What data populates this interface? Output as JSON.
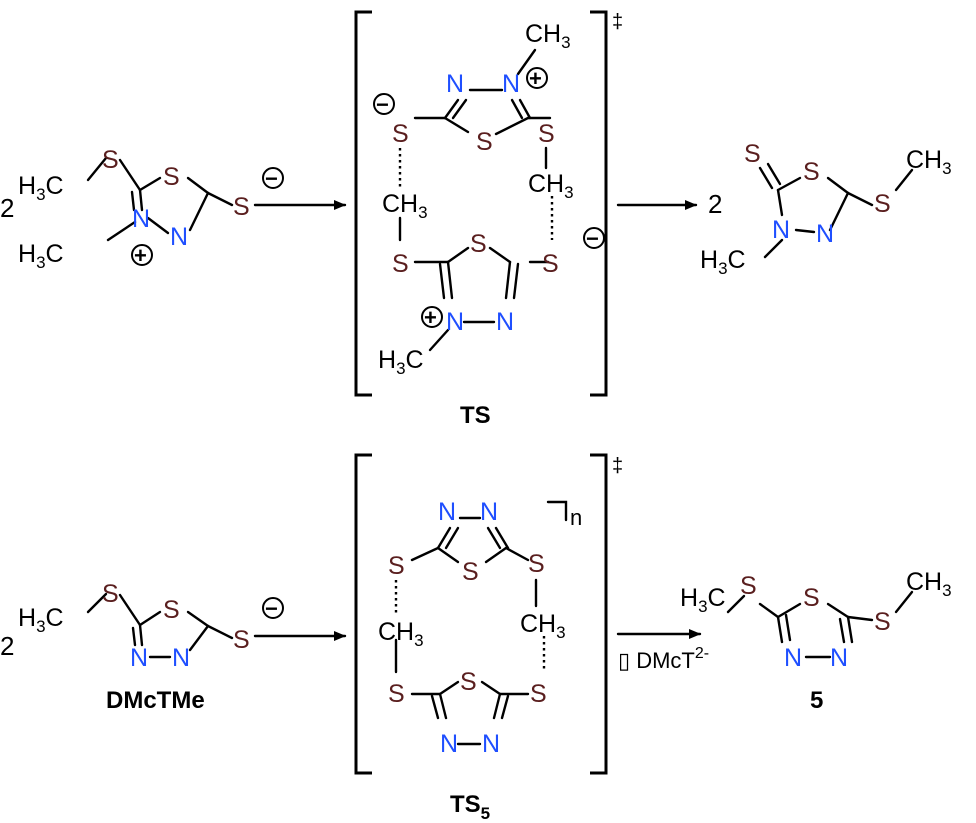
{
  "colors": {
    "carbon": "#000000",
    "sulfur": "#5a1f1f",
    "nitrogen": "#1f4fff",
    "bond": "#000000"
  },
  "atoms": {
    "S": "S",
    "N": "N",
    "CH": "CH",
    "H": "H",
    "C": "C",
    "three": "3",
    "plus": "+",
    "minus": "−"
  },
  "top": {
    "coef_left": "2",
    "coef_right": "2",
    "ts_label": "TS",
    "dagger": "‡"
  },
  "bottom": {
    "coef_left": "2",
    "reactant_label": "DMcTMe",
    "ts_label": "TS",
    "ts_subscript": "5",
    "dagger": "‡",
    "n": "n",
    "arrow_text": "▯ DMcT",
    "arrow_sup": "2-",
    "product_label": "5"
  }
}
